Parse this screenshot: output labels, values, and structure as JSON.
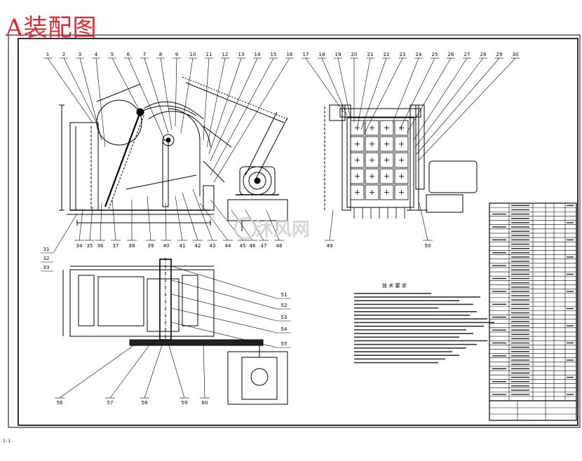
{
  "drawing": {
    "title": "A装配图",
    "watermark": "沐风网",
    "notes_title": "技 术 要 求",
    "scale_mark": "1:1"
  },
  "balloons": {
    "top": [
      "1",
      "2",
      "3",
      "4",
      "5",
      "6",
      "7",
      "8",
      "9",
      "10",
      "11",
      "12",
      "13",
      "14",
      "15",
      "16",
      "17",
      "18",
      "19",
      "20",
      "21",
      "22",
      "23",
      "24",
      "25",
      "26",
      "27",
      "28",
      "29",
      "30"
    ],
    "left": [
      "31",
      "32",
      "33"
    ],
    "middle_row": [
      "34",
      "35",
      "36",
      "37",
      "38",
      "39",
      "40",
      "41",
      "42",
      "43",
      "44",
      "45",
      "46",
      "47",
      "48",
      "49",
      "50"
    ],
    "right_plan": [
      "51",
      "52",
      "53",
      "54",
      "55"
    ],
    "bottom_plan": [
      "56",
      "57",
      "58",
      "59",
      "60"
    ]
  },
  "colors": {
    "line": "#000000",
    "title": "#e0262c",
    "watermark": "#cfcfcf"
  }
}
